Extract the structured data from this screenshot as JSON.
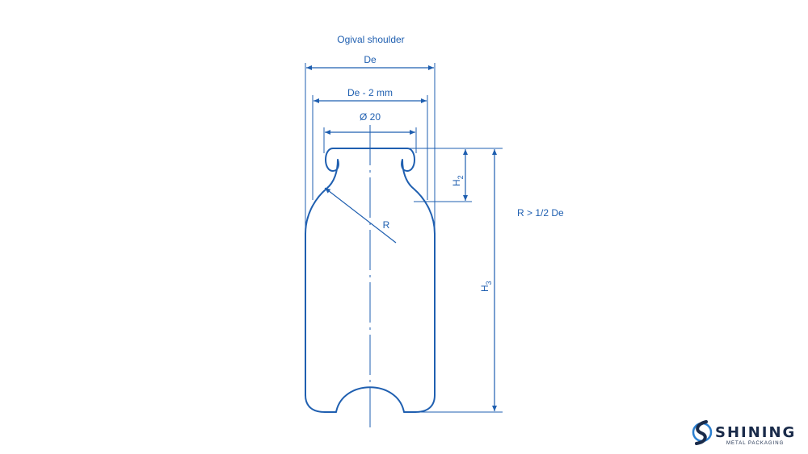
{
  "colors": {
    "line": "#1f5fb0",
    "text": "#1f5fb0",
    "logo_dark": "#1a2b4a",
    "logo_blue": "#2a7fd0"
  },
  "labels": {
    "title": "Ogival shoulder",
    "de": "De",
    "de_minus": "De - 2 mm",
    "diameter": "Ø 20",
    "r": "R",
    "r_rule": "R > 1/2 De",
    "h2_main": "H",
    "h2_sub": "2",
    "h3_main": "H",
    "h3_sub": "3"
  },
  "logo": {
    "word": "SHINING",
    "tagline": "METAL PACKAGING"
  }
}
